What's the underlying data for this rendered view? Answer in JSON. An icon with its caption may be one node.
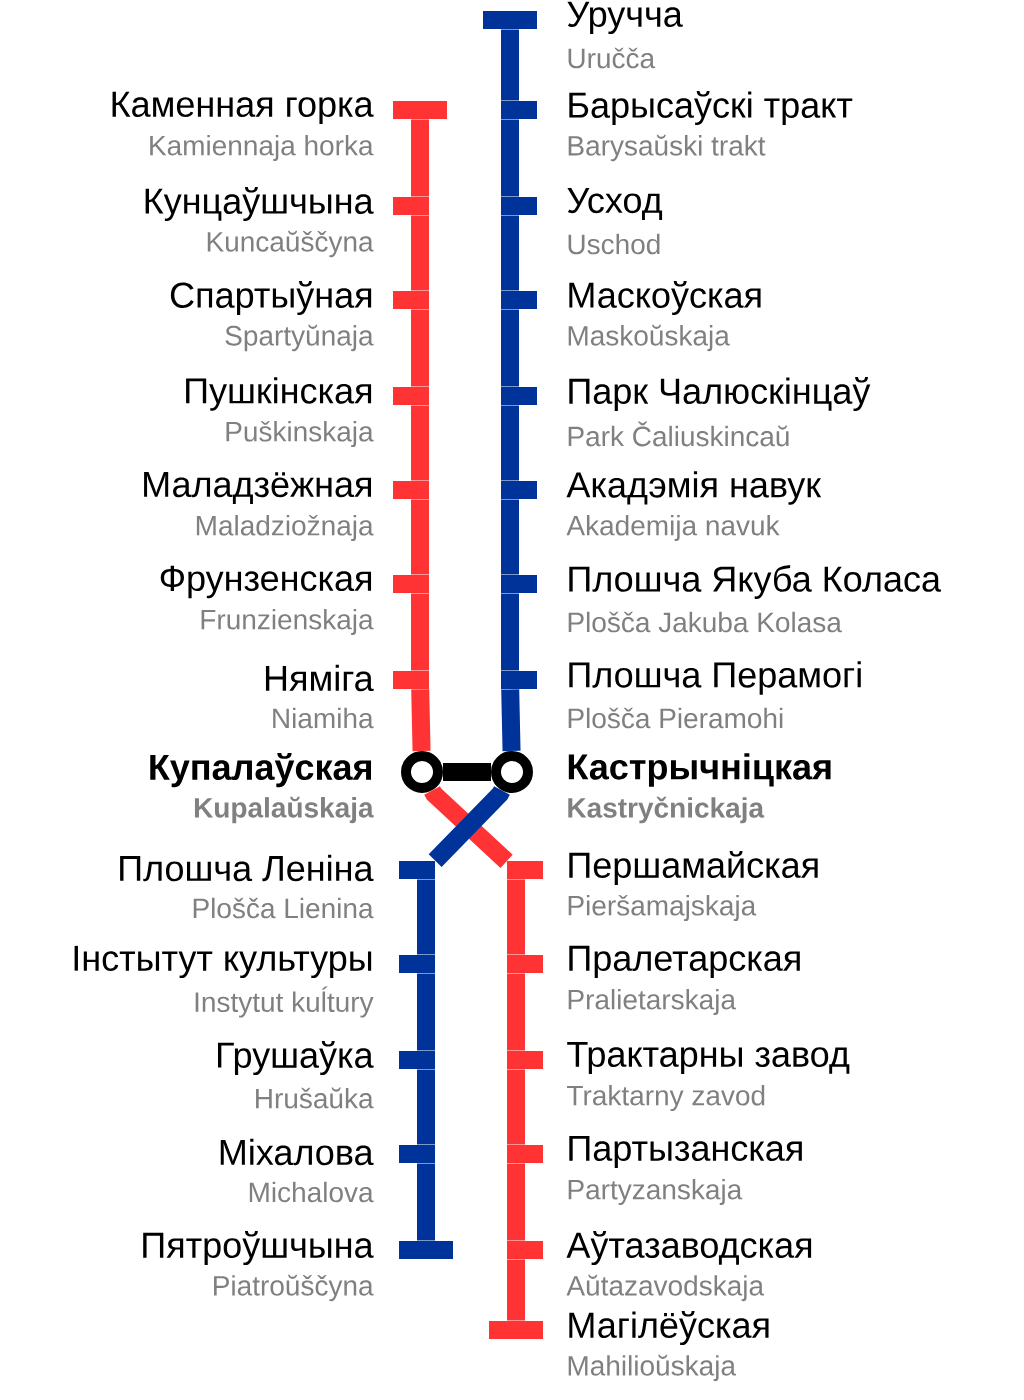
{
  "diagram": {
    "nodes": [
      {
        "text": [
          "Каменная горка",
          "Kamiennaja horka"
        ]
      },
      {
        "text": [
          "Кунцаўшчына",
          "Kuncaŭščyna"
        ]
      },
      {
        "text": [
          "Спартыўная",
          "Spartyŭnaja"
        ]
      },
      {
        "text": [
          "Пушкінская",
          "Puškinskaja"
        ]
      },
      {
        "text": [
          "Маладзёжная",
          "Maladziožnaja"
        ]
      },
      {
        "text": [
          "Фрунзенская",
          "Frunzienskaja"
        ]
      },
      {
        "text": [
          "Няміга",
          "Niamiha"
        ]
      },
      {
        "text": [
          "Купалаўская",
          "Kupalaŭskaja"
        ]
      },
      {
        "text": [
          "Першамайская",
          "Pieršamajskaja"
        ]
      },
      {
        "text": [
          "Пралетарская",
          "Pralietarskaja"
        ]
      },
      {
        "text": [
          "Трактарны завод",
          "Traktarny zavod"
        ]
      },
      {
        "text": [
          "Партызанская",
          "Partyzanskaja"
        ]
      },
      {
        "text": [
          "Аўтазаводская",
          "Aŭtazavodskaja"
        ]
      },
      {
        "text": [
          "Магілёўская",
          "Mahilioŭskaja"
        ]
      },
      {
        "text": [
          "Уручча",
          "Uručča"
        ]
      },
      {
        "text": [
          "Барысаўскі тракт",
          "Barysaŭski trakt"
        ]
      },
      {
        "text": [
          "Усход",
          "Uschod"
        ]
      },
      {
        "text": [
          "Маскоўская",
          "Maskoŭskaja"
        ]
      },
      {
        "text": [
          "Парк Чалюскінцаў",
          "Park Čaliuskincaŭ"
        ]
      },
      {
        "text": [
          "Акадэмія навук",
          "Akademija navuk"
        ]
      },
      {
        "text": [
          "Плошча Якуба Коласа",
          "Plošča Jakuba Kolasa"
        ]
      },
      {
        "text": [
          "Плошча Перамогі",
          "Plošča Pieramohi"
        ]
      },
      {
        "text": [
          "Кастрычніцкая",
          "Kastryčnickaja"
        ]
      },
      {
        "text": [
          "Плошча Леніна",
          "Plošča Lienina"
        ]
      },
      {
        "text": [
          "Інстытут культуры",
          "Instytut kuĺtury"
        ]
      },
      {
        "text": [
          "Грушаўка",
          "Hrušaŭka"
        ]
      },
      {
        "text": [
          "Міхалова",
          "Michalova"
        ]
      },
      {
        "text": [
          "Пятроўшчына",
          "Piatroŭščyna"
        ]
      }
    ],
    "edges": [
      {
        "from": 0,
        "to": 1,
        "arrow": "none",
        "color": "#ff3333"
      },
      {
        "from": 1,
        "to": 2,
        "arrow": "none",
        "color": "#ff3333"
      },
      {
        "from": 2,
        "to": 3,
        "arrow": "none",
        "color": "#ff3333"
      },
      {
        "from": 3,
        "to": 4,
        "arrow": "none",
        "color": "#ff3333"
      },
      {
        "from": 4,
        "to": 5,
        "arrow": "none",
        "color": "#ff3333"
      },
      {
        "from": 5,
        "to": 6,
        "arrow": "none",
        "color": "#ff3333"
      },
      {
        "from": 6,
        "to": 7,
        "arrow": "none",
        "color": "#ff3333"
      },
      {
        "from": 7,
        "to": 8,
        "arrow": "none",
        "color": "#ff3333"
      },
      {
        "from": 8,
        "to": 9,
        "arrow": "none",
        "color": "#ff3333"
      },
      {
        "from": 9,
        "to": 10,
        "arrow": "none",
        "color": "#ff3333"
      },
      {
        "from": 10,
        "to": 11,
        "arrow": "none",
        "color": "#ff3333"
      },
      {
        "from": 11,
        "to": 12,
        "arrow": "none",
        "color": "#ff3333"
      },
      {
        "from": 12,
        "to": 13,
        "arrow": "none",
        "color": "#ff3333"
      },
      {
        "from": 14,
        "to": 15,
        "arrow": "none",
        "color": "#003399"
      },
      {
        "from": 15,
        "to": 16,
        "arrow": "none",
        "color": "#003399"
      },
      {
        "from": 16,
        "to": 17,
        "arrow": "none",
        "color": "#003399"
      },
      {
        "from": 17,
        "to": 18,
        "arrow": "none",
        "color": "#003399"
      },
      {
        "from": 18,
        "to": 19,
        "arrow": "none",
        "color": "#003399"
      },
      {
        "from": 19,
        "to": 20,
        "arrow": "none",
        "color": "#003399"
      },
      {
        "from": 20,
        "to": 21,
        "arrow": "none",
        "color": "#003399"
      },
      {
        "from": 21,
        "to": 22,
        "arrow": "none",
        "color": "#003399"
      },
      {
        "from": 22,
        "to": 23,
        "arrow": "none",
        "color": "#003399"
      },
      {
        "from": 23,
        "to": 24,
        "arrow": "none",
        "color": "#003399"
      },
      {
        "from": 24,
        "to": 25,
        "arrow": "none",
        "color": "#003399"
      },
      {
        "from": 25,
        "to": 26,
        "arrow": "none",
        "color": "#003399"
      },
      {
        "from": 26,
        "to": 27,
        "arrow": "none",
        "color": "#003399"
      },
      {
        "from": 7,
        "to": 22,
        "arrow": "none",
        "color": "#000000"
      }
    ]
  }
}
